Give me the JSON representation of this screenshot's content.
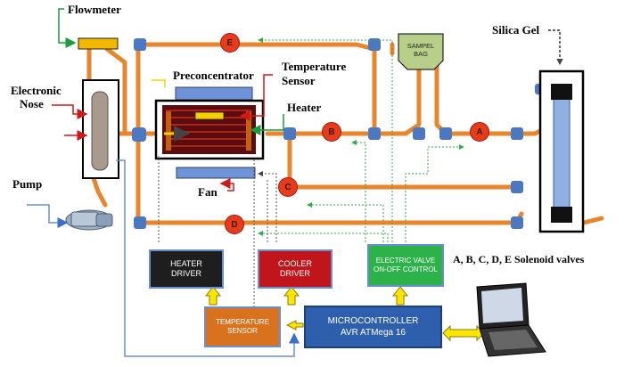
{
  "labels": {
    "flowmeter": "Flowmeter",
    "electronic_nose_line1": "Electronic",
    "electronic_nose_line2": "Nose",
    "pump": "Pump",
    "preconcentrator": "Preconcentrator",
    "temperature_sensor_line1": "Temperature",
    "temperature_sensor_line2": "Sensor",
    "heater": "Heater",
    "fan": "Fan",
    "silica_gel": "Silica Gel",
    "solenoid_valves": "A, B, C, D, E Solenoid valves"
  },
  "valves": [
    "A",
    "B",
    "C",
    "D",
    "E"
  ],
  "blocks": {
    "heater_driver_line1": "HEATER",
    "heater_driver_line2": "DRIVER",
    "cooler_driver_line1": "COOLER",
    "cooler_driver_line2": "DRIVER",
    "electric_valve_line1": "ELECTRIC VALVE",
    "electric_valve_line2": "ON-OFF CONTROL",
    "temp_sensor_line1": "TEMPERATURE",
    "temp_sensor_line2": "SENSOR",
    "microcontroller_line1": "MICROCONTROLLER",
    "microcontroller_line2": "AVR ATMega 16",
    "sample_bag_line1": "SAMPEL",
    "sample_bag_line2": "BAG"
  },
  "colors": {
    "pipe": "#e8862e",
    "valve": "#e63b1c",
    "block_blue": "#2e5fad",
    "heater_driver": "#1e1e1e",
    "cooler_driver": "#c0161b",
    "valve_control": "#2db24a",
    "temp_sensor": "#d9721f",
    "sample_bag": "#b8cf8a",
    "arrow_yellow": "#ffe600"
  }
}
